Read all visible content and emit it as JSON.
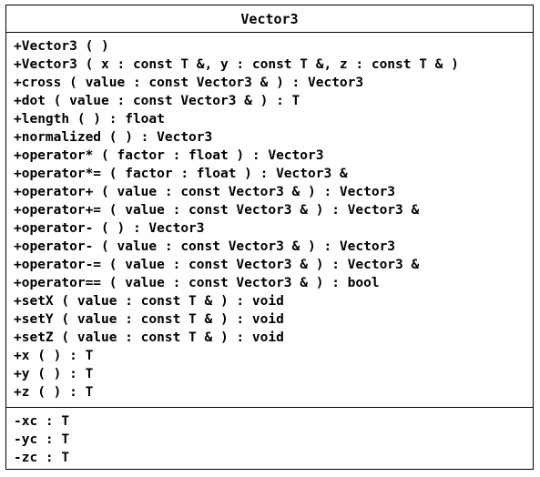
{
  "class_name": "Vector3",
  "methods": [
    "+Vector3 ( )",
    "+Vector3 ( x : const T &, y : const T &, z : const T & )",
    "+cross ( value : const Vector3 & ) : Vector3",
    "+dot ( value : const Vector3 & ) : T",
    "+length ( ) : float",
    "+normalized ( ) : Vector3",
    "+operator* ( factor : float ) : Vector3",
    "+operator*= ( factor : float ) : Vector3 &",
    "+operator+ ( value : const Vector3 & ) : Vector3",
    "+operator+= ( value : const Vector3 & ) : Vector3 &",
    "+operator- ( ) : Vector3",
    "+operator- ( value : const Vector3 & ) : Vector3",
    "+operator-= ( value : const Vector3 & ) : Vector3 &",
    "+operator== ( value : const Vector3 & ) : bool",
    "+setX ( value : const T & ) : void",
    "+setY ( value : const T & ) : void",
    "+setZ ( value : const T & ) : void",
    "+x ( ) : T",
    "+y ( ) : T",
    "+z ( ) : T"
  ],
  "attributes": [
    "-xc : T",
    "-yc : T",
    "-zc : T"
  ]
}
